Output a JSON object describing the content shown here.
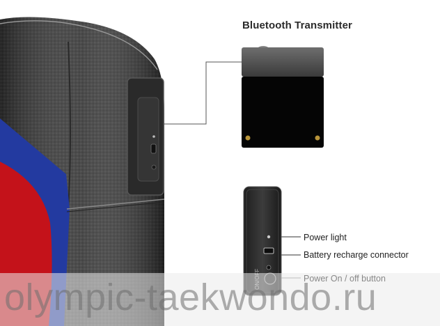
{
  "title": "Bluetooth Transmitter",
  "labels": {
    "power_light": "Power light",
    "recharge": "Battery recharge connector",
    "onoff": "Power On / off button"
  },
  "device_side_text": "ON/OFF",
  "watermark": "olympic-taekwondo.ru",
  "icons": {
    "power_light": "dot-indicator",
    "recharge": "micro-usb-port",
    "onoff": "round-button"
  },
  "colors": {
    "pad_body": "#3a3a3a",
    "pad_blue": "#233aa0",
    "pad_red": "#c4121a",
    "device": "#2c2c2c"
  }
}
